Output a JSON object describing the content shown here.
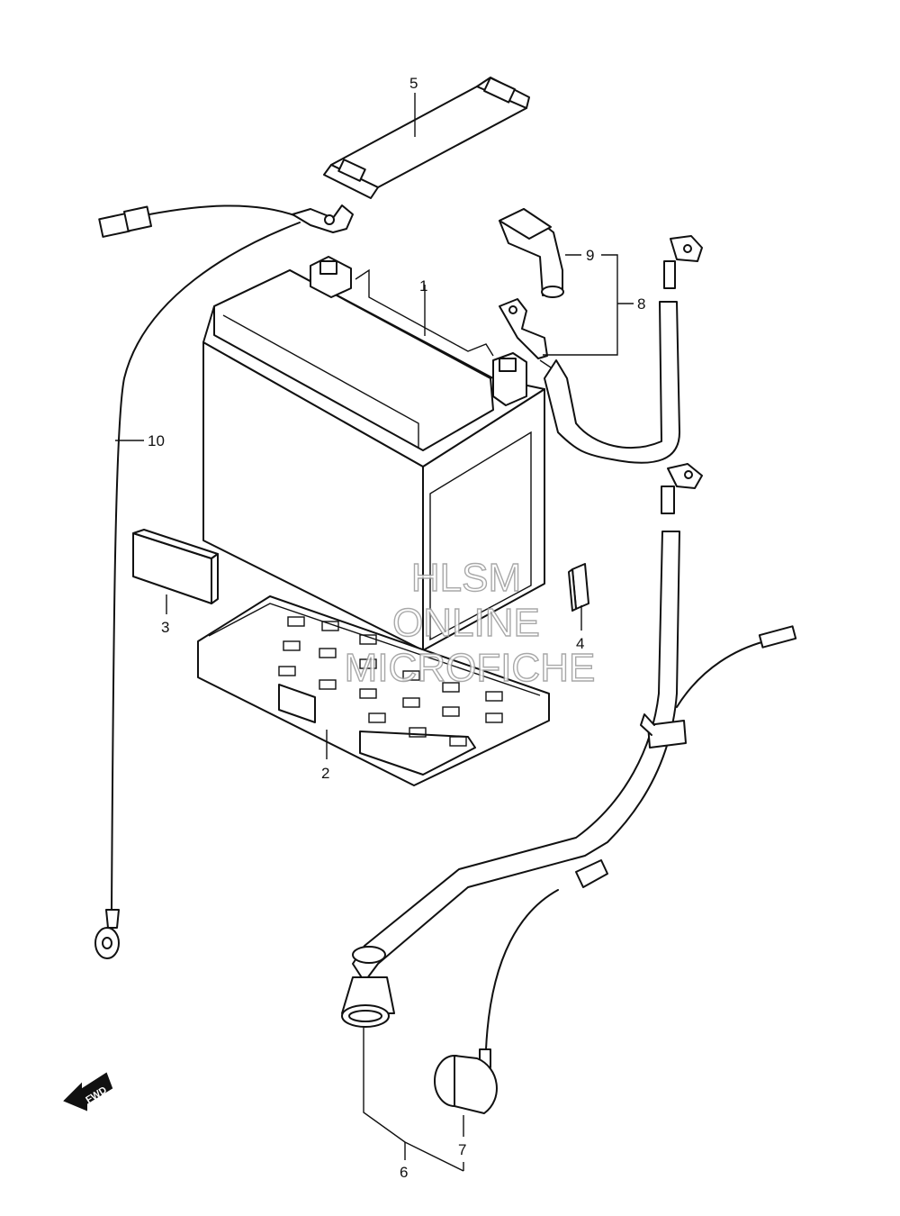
{
  "callouts": {
    "c1": "1",
    "c2": "2",
    "c3": "3",
    "c4": "4",
    "c5": "5",
    "c6": "6",
    "c7": "7",
    "c8": "8",
    "c9": "9",
    "c10": "10"
  },
  "watermark": {
    "line1": "HLSM",
    "line2": "ONLINE",
    "line3": "MICROFICHE"
  },
  "direction_badge": "FWD",
  "colors": {
    "ink": "#111111",
    "watermark": "#9a9a9a"
  }
}
